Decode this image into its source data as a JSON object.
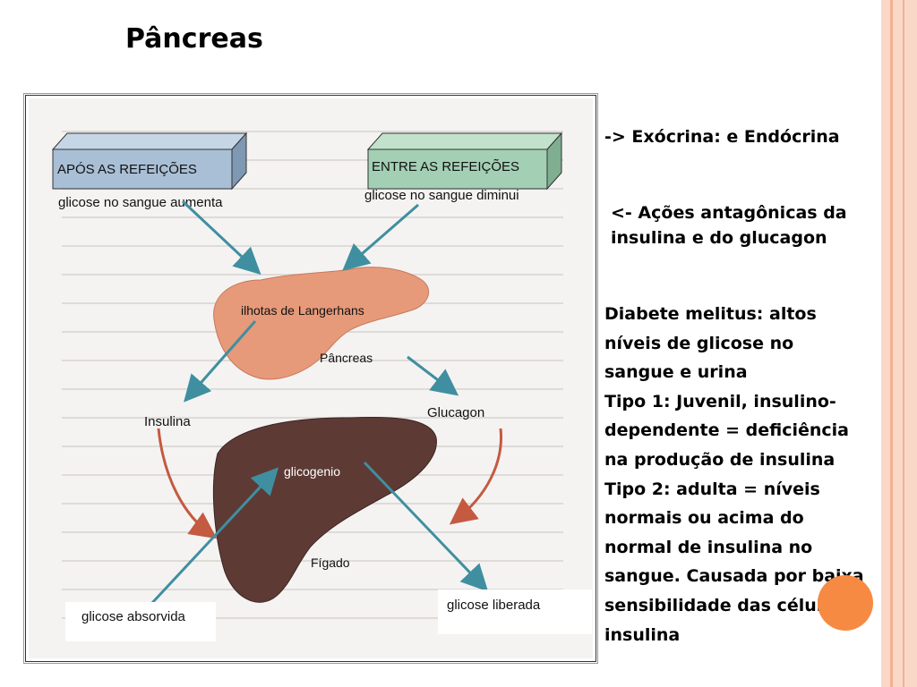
{
  "slide": {
    "title": "Pâncreas",
    "figure": {
      "box_after_meals": "APÓS AS REFEIÇÕES",
      "caption_after_meals": "glicose no sangue aumenta",
      "box_between_meals": "ENTRE AS REFEIÇÕES",
      "caption_between_meals": "glicose no sangue diminui",
      "label_islets": "ilhotas de Langerhans",
      "label_pancreas": "Pâncreas",
      "label_insulin": "Insulina",
      "label_glucagon": "Glucagon",
      "label_glycogen": "glicogenio",
      "label_liver": "Fígado",
      "label_glucose_absorbed": "glicose absorvida",
      "label_glucose_released": "glicose liberada"
    },
    "side_text": {
      "exo_endo": "-> Exócrina: e Endócrina",
      "antagonistic_line1": "<- Ações antagônicas da",
      "antagonistic_line2": "insulina e do glucagon",
      "diabetes_lines": [
        "Diabete melitus: altos",
        "níveis de glicose no",
        "sangue e urina",
        "Tipo 1: Juvenil, insulino-",
        "dependente = deficiência",
        "na produção de insulina",
        "Tipo 2: adulta = níveis",
        "normais ou acima do",
        "normal de insulina no",
        "sangue. Causada por baixa",
        "sensibilidade das células a",
        "insulina"
      ]
    }
  },
  "colors": {
    "stripe_peach": "#f9d8c8",
    "stripe_line": "#f4b08f",
    "accent_orange": "#f78a42",
    "box_blue": "#a9bfd6",
    "box_green": "#a3cfb4",
    "pancreas": "#e69a7a",
    "liver": "#5e3a35",
    "arrow_teal": "#3f8fa0",
    "arrow_red": "#c45a40"
  }
}
